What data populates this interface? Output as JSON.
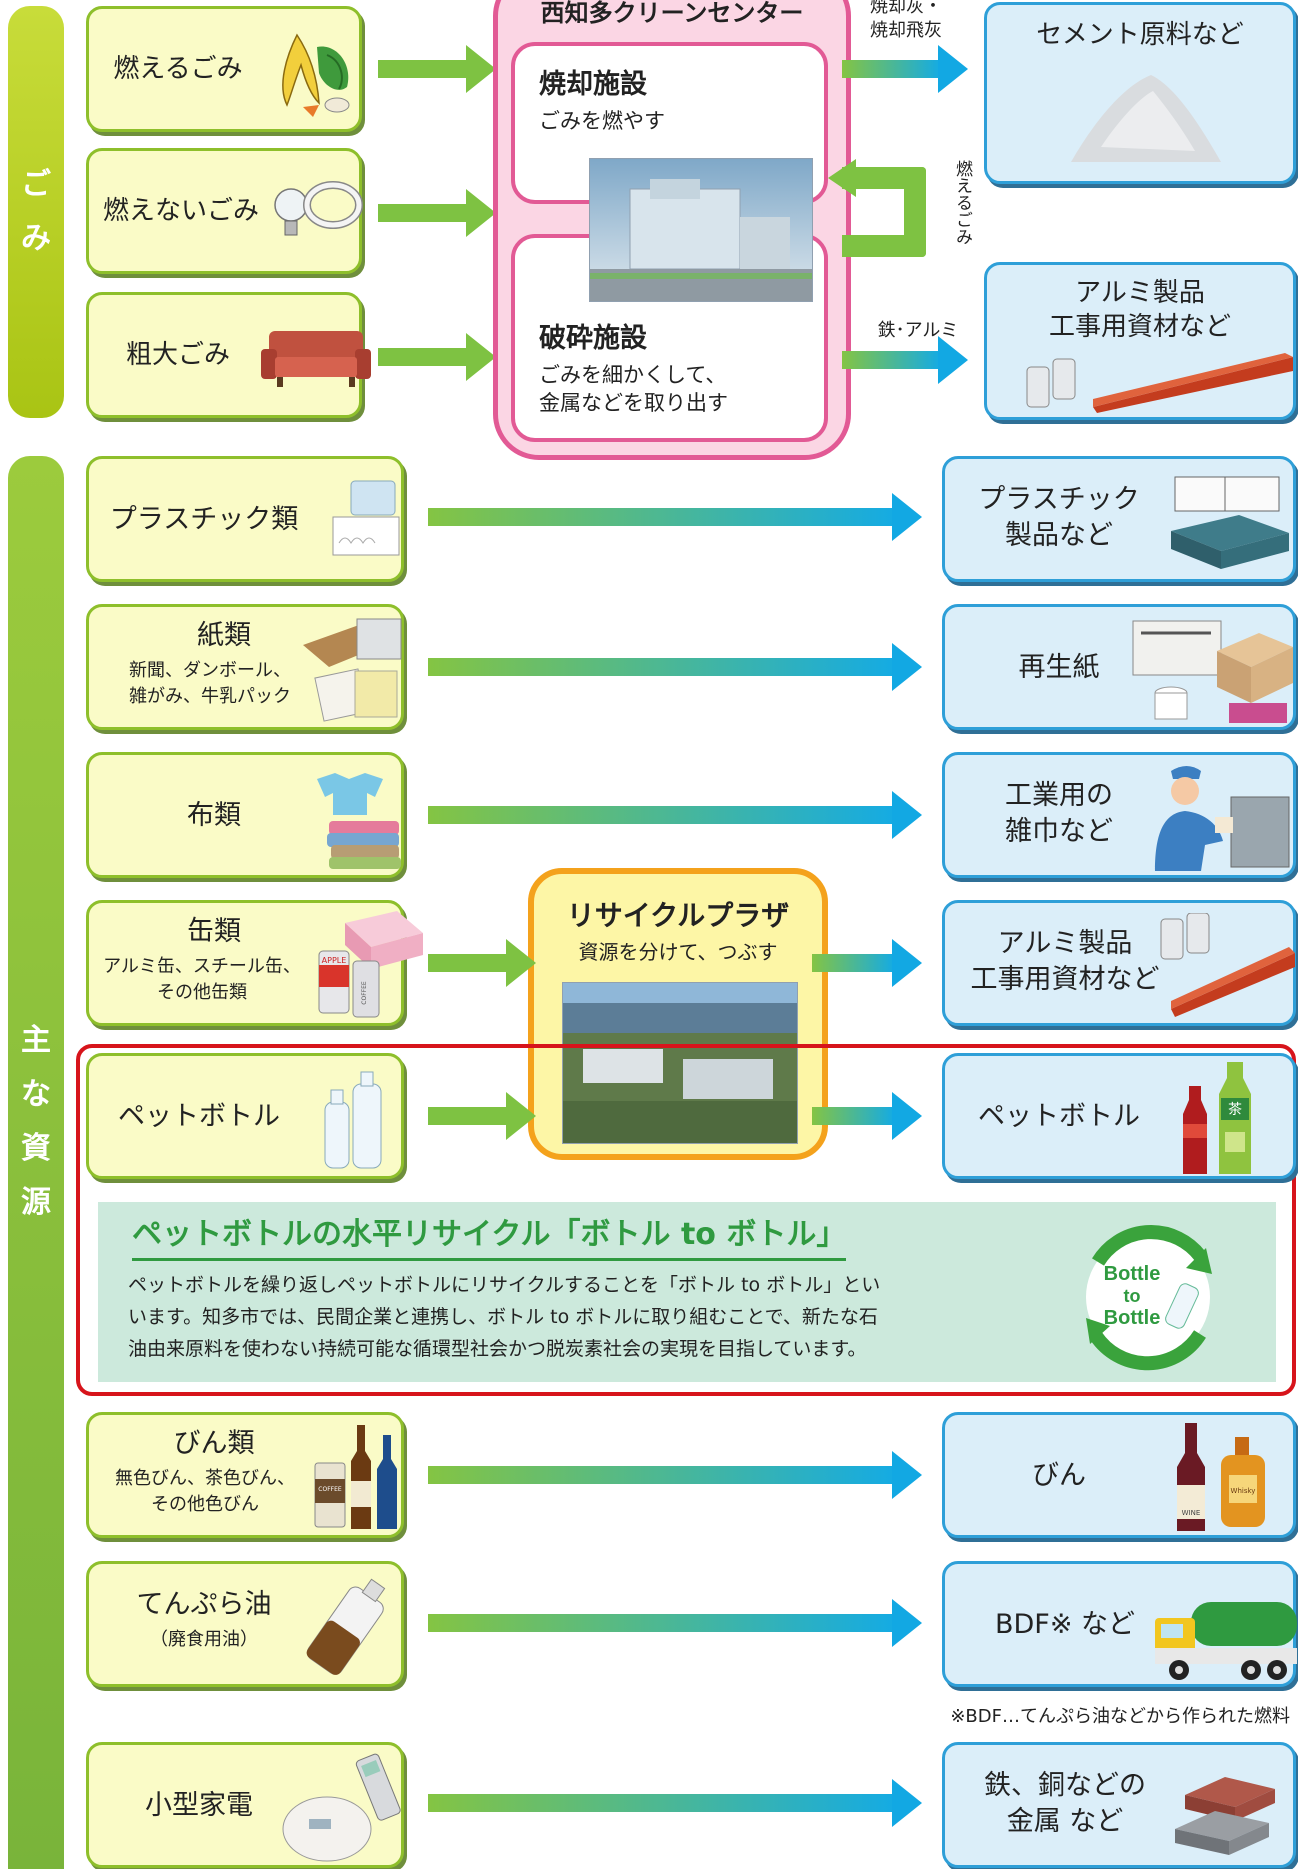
{
  "gomi": {
    "sidebar_label": "ごみ",
    "items": [
      {
        "label": "燃えるごみ"
      },
      {
        "label": "燃えないごみ"
      },
      {
        "label": "粗大ごみ"
      }
    ]
  },
  "center": {
    "title": "西知多クリーンセンター",
    "incineration": {
      "title": "焼却施設",
      "desc": "ごみを燃やす"
    },
    "crushing": {
      "title": "破砕施設",
      "desc_line1": "ごみを細かくして、",
      "desc_line2": "金属などを取り出す"
    },
    "ash_label_line1": "焼却灰・",
    "ash_label_line2": "焼却飛灰",
    "burnable_return_label": "燃えるごみ",
    "iron_al_label": "鉄･アルミ"
  },
  "gomi_outputs": {
    "cement": "セメント原料など",
    "aluminum_line1": "アルミ製品",
    "aluminum_line2": "工事用資材など"
  },
  "resources": {
    "sidebar_label": "主な資源",
    "rows": [
      {
        "name": "plastic",
        "label": "プラスチック類",
        "output_line1": "プラスチック",
        "output_line2": "製品など"
      },
      {
        "name": "paper",
        "label": "紙類",
        "sub_line1": "新聞、ダンボール、",
        "sub_line2": "雑がみ、牛乳パック",
        "output_line1": "再生紙"
      },
      {
        "name": "cloth",
        "label": "布類",
        "output_line1": "工業用の",
        "output_line2": "雑巾など"
      },
      {
        "name": "cans",
        "label": "缶類",
        "sub_line1": "アルミ缶、スチール缶、",
        "sub_line2": "その他缶類",
        "output_line1": "アルミ製品",
        "output_line2": "工事用資材など"
      },
      {
        "name": "pet",
        "label": "ペットボトル",
        "output_line1": "ペットボトル"
      },
      {
        "name": "bottles",
        "label": "びん類",
        "sub_line1": "無色びん、茶色びん、",
        "sub_line2": "その他色びん",
        "output_line1": "びん"
      },
      {
        "name": "oil",
        "label": "てんぷら油",
        "sub_line1": "（廃食用油）",
        "output_line1": "BDF※ など"
      },
      {
        "name": "appliance",
        "label": "小型家電",
        "output_line1": "鉄、銅などの",
        "output_line2": "金属 など"
      }
    ]
  },
  "plaza": {
    "title": "リサイクルプラザ",
    "desc": "資源を分けて、つぶす"
  },
  "b2b": {
    "title": "ペットボトルの水平リサイクル「ボトル to ボトル」",
    "body_line1": "ペットボトルを繰り返しペットボトルにリサイクルすることを「ボトル to ボトル」とい",
    "body_line2": "います。知多市では、民間企業と連携し、ボトル to ボトルに取り組むことで、新たな石",
    "body_line3": "油由来原料を使わない持続可能な循環型社会かつ脱炭素社会の実現を目指しています。",
    "logo_line1": "Bottle",
    "logo_line2": "to",
    "logo_line3": "Bottle"
  },
  "illustration_text": {
    "apple": "APPLE",
    "coffee": "COFFEE",
    "wine": "WINE",
    "whisky": "Whisky",
    "tea": "茶"
  },
  "bdf_note": "※BDF…てんぷら油などから作られた燃料",
  "colors": {
    "gomi_sidebar": "#c5d92e",
    "resource_sidebar": "#8cc540",
    "source_fill": "#fafbc7",
    "source_border": "#8ebf2b",
    "dest_fill": "#dbeef9",
    "dest_border": "#2e9fd8",
    "center_border": "#e25a95",
    "center_fill": "#fbd6e4",
    "plaza_border": "#f4a21c",
    "plaza_fill": "#fdf6a6",
    "highlight_frame": "#d7141b",
    "b2b_panel": "#cce9dc",
    "b2b_title": "#2f9a40"
  }
}
